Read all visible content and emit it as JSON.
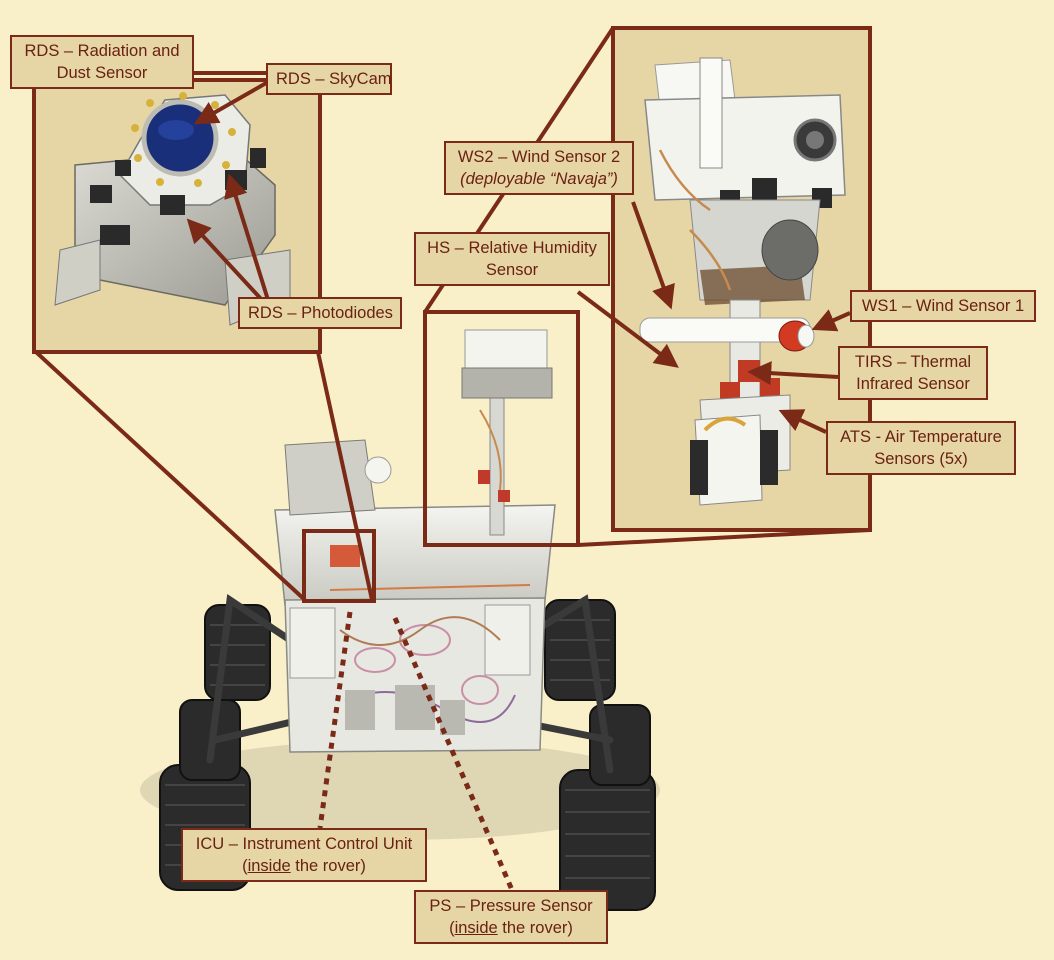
{
  "colors": {
    "background": "#f9efc9",
    "label_fill": "#e6d6a6",
    "inset_fill": "#e6d6a6",
    "line": "#7a2a16",
    "text": "#6a2112"
  },
  "labels": {
    "rds_sensor": [
      "RDS – Radiation and",
      "Dust Sensor"
    ],
    "rds_skycam": "RDS – SkyCam",
    "rds_photodiodes": "RDS – Photodiodes",
    "ws2": {
      "line1": "WS2 – Wind Sensor 2",
      "line2": "(deployable “Navaja”)"
    },
    "hs": [
      "HS – Relative Humidity",
      "Sensor"
    ],
    "ws1": "WS1 – Wind Sensor 1",
    "tirs": [
      "TIRS – Thermal",
      "Infrared Sensor"
    ],
    "ats": [
      "ATS - Air Temperature",
      "Sensors (5x)"
    ],
    "icu": {
      "line1": "ICU – Instrument Control Unit",
      "underline": "inside",
      "rest": " the rover)",
      "open": "("
    },
    "ps": {
      "line1": "PS – Pressure Sensor",
      "underline": "inside",
      "rest": " the rover)",
      "open": "("
    }
  }
}
